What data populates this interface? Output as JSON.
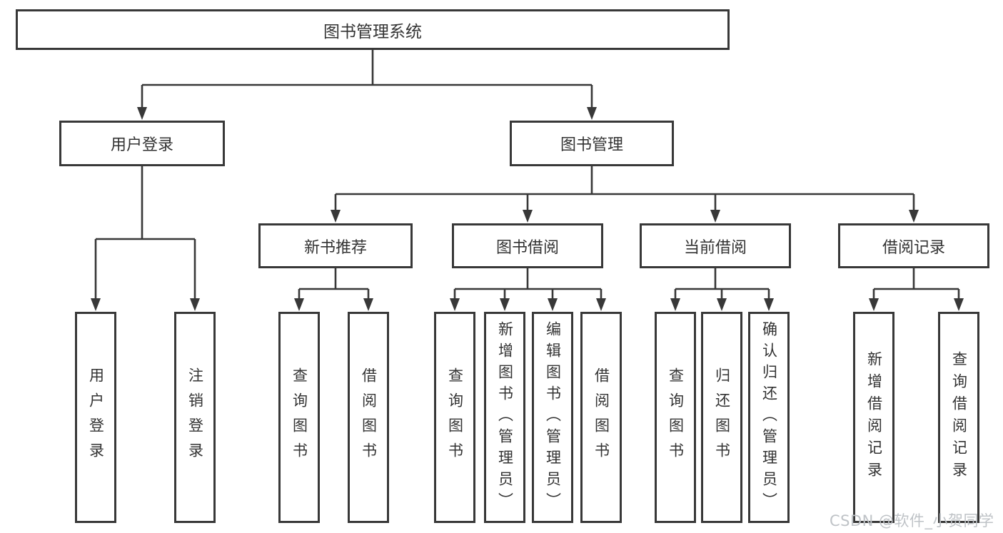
{
  "diagram": {
    "title": "图书管理系统",
    "type": "hierarchy-tree",
    "tree": {
      "label": "图书管理系统",
      "children": [
        {
          "label": "用户登录",
          "children": [
            {
              "label": "用户登录"
            },
            {
              "label": "注销登录"
            }
          ]
        },
        {
          "label": "图书管理",
          "children": [
            {
              "label": "新书推荐",
              "children": [
                {
                  "label": "查询图书"
                },
                {
                  "label": "借阅图书"
                }
              ]
            },
            {
              "label": "图书借阅",
              "children": [
                {
                  "label": "查询图书"
                },
                {
                  "label": "新增图书（管理员）"
                },
                {
                  "label": "编辑图书（管理员）"
                },
                {
                  "label": "借阅图书"
                }
              ]
            },
            {
              "label": "当前借阅",
              "children": [
                {
                  "label": "查询图书"
                },
                {
                  "label": "归还图书"
                },
                {
                  "label": "确认归还（管理员）"
                }
              ]
            },
            {
              "label": "借阅记录",
              "children": [
                {
                  "label": "新增借阅记录"
                },
                {
                  "label": "查询借阅记录"
                }
              ]
            }
          ]
        }
      ]
    },
    "colors": {
      "line": "#383838",
      "box_border": "#383838",
      "box_fill": "#ffffff",
      "text": "#333333",
      "background": "#ffffff"
    }
  },
  "watermark": {
    "text": "CSDN @软件_小贺同学",
    "color": "#bfc3c7"
  }
}
